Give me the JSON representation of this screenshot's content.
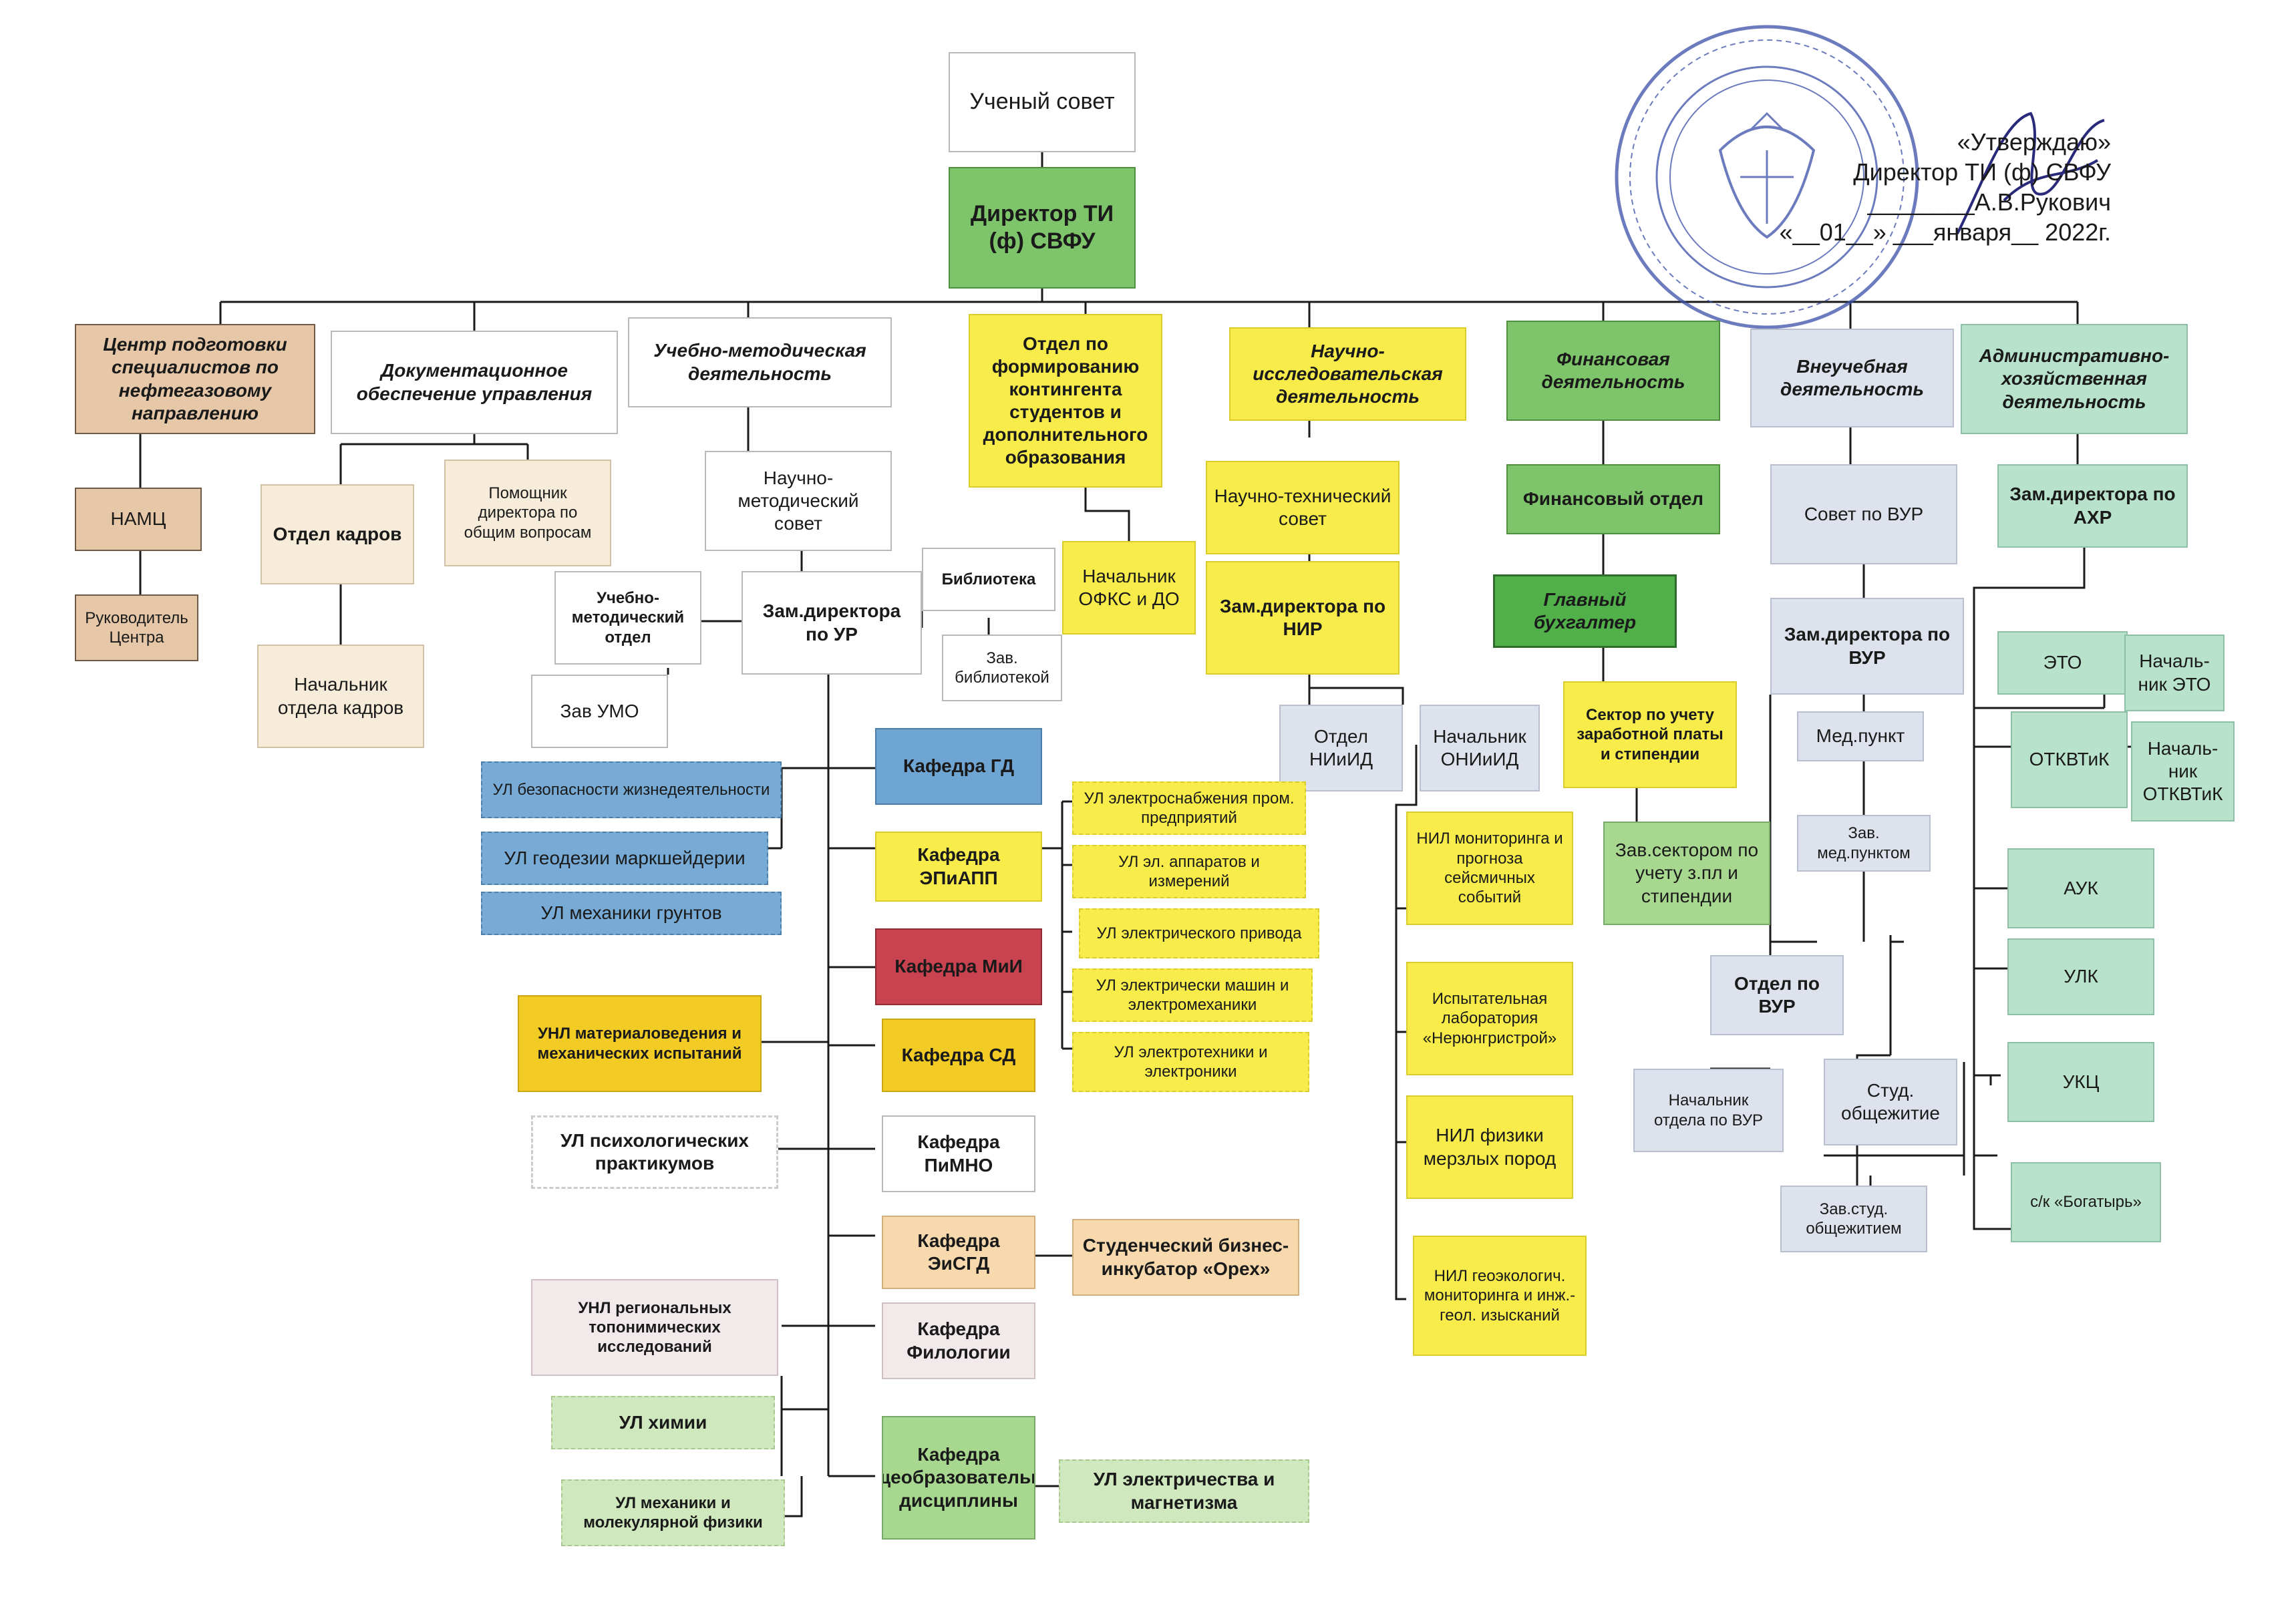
{
  "approval": {
    "line1": "«Утверждаю»",
    "line2": "Директор ТИ (ф) СВФУ",
    "line3": "________А.В.Рукович",
    "line4": "«__01__» ___января__ 2022г."
  },
  "nodes": {
    "academic_council": "Ученый совет",
    "director": "Директор ТИ (ф) СВФУ",
    "center": "Центр подготовки специалистов по нефтегазовому направлению",
    "namc": "НАМЦ",
    "center_head": "Руководитель Центра",
    "docs": "Документационное обеспечение управления",
    "hr_dept": "Отдел кадров",
    "assistant": "Помощник директора по общим вопросам",
    "hr_head": "Начальник отдела кадров",
    "edu_method": "Учебно-методическая деятельность",
    "sci_method_council": "Научно-методический совет",
    "deputy_ur": "Зам.директора по УР",
    "library": "Библиотека",
    "library_head": "Зав. библиотекой",
    "umo": "Учебно-методический отдел",
    "umo_head": "Зав УМО",
    "contingent": "Отдел по формированию контингента студентов и дополнительного образования",
    "ofks_head": "Начальник ОФКС и ДО",
    "research": "Научно-исследовательская деятельность",
    "sci_tech_council": "Научно-технический совет",
    "deputy_nir": "Зам.директора по НИР",
    "niiid": "Отдел НИиИД",
    "oniiid_head": "Начальник ОНИиИД",
    "nil_seismic": "НИЛ мониторинга и прогноза сейсмичных событий",
    "lab_test": "Испытательная лаборатория «Нерюнгристрой»",
    "nil_frozen": "НИЛ физики мерзлых пород",
    "nil_geoeco": "НИЛ геоэкологич. мониторинга и инж.-геол. изысканий",
    "finance": "Финансовая деятельность",
    "fin_dept": "Финансовый отдел",
    "chief_acc": "Главный бухгалтер",
    "payroll": "Сектор по учету заработной платы и стипендии",
    "payroll_head": "Зав.сектором по учету з.пл и стипендии",
    "extra": "Внеучебная деятельность",
    "vur_council": "Совет по ВУР",
    "deputy_vur": "Зам.директора по ВУР",
    "med": "Мед.пункт",
    "med_head": "Зав. мед.пунктом",
    "vur_dept": "Отдел по ВУР",
    "vur_head": "Начальник отдела по ВУР",
    "dorm": "Студ. общежитие",
    "dorm_head": "Зав.студ. общежитием",
    "admin": "Административно-хозяйственная деятельность",
    "deputy_ahr": "Зам.директора по АХР",
    "eto": "ЭТО",
    "eto_head": "Началь-ник ЭТО",
    "otkvtik": "ОТКВТиК",
    "otkvtik_head": "Началь-ник ОТКВТиК",
    "auk": "АУК",
    "ulk": "УЛК",
    "ukc": "УКЦ",
    "sport": "с/к «Богатырь»",
    "kaf_gd": "Кафедра ГД",
    "ul_bzh": "УЛ безопасности жизнедеятельности",
    "ul_geod": "УЛ геодезии маркшейдерии",
    "ul_mech": "УЛ механики грунтов",
    "kaf_epiapp": "Кафедра ЭПиАПП",
    "ul_power": "УЛ электроснабжения пром. предприятий",
    "ul_apparatus": "УЛ эл. аппаратов и измерений",
    "ul_drive": "УЛ электрического привода",
    "ul_machines": "УЛ электрически машин и электромеханики",
    "ul_electronics": "УЛ электротехники и электроники",
    "kaf_mii": "Кафедра МиИ",
    "unl_materials": "УНЛ материаловедения и механических испытаний",
    "kaf_sd": "Кафедра СД",
    "kaf_pimno": "Кафедра ПиМНО",
    "ul_psych": "УЛ психологических практикумов",
    "kaf_esgd": "Кафедра ЭиСГД",
    "incubator": "Студенческий бизнес-инкубатор «Орех»",
    "unl_topo": "УНЛ региональных топонимических исследований",
    "kaf_philology": "Кафедра Филологии",
    "ul_chem": "УЛ химии",
    "kaf_general": "Кафедра Общеобразовательные дисциплины",
    "ul_molphys": "УЛ механики и молекулярной физики",
    "ul_magnet": "УЛ электричества и магнетизма"
  },
  "colors": {
    "line": "#1a1a1a",
    "stamp": "#3b4fa8",
    "signature": "#2a2a7a"
  }
}
